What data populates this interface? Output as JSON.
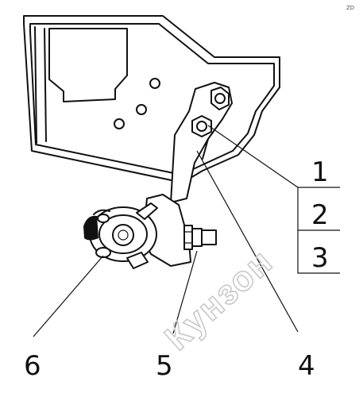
{
  "callouts": {
    "c1": "1",
    "c2": "2",
    "c3": "3",
    "c4": "4",
    "c5": "5",
    "c6": "6"
  },
  "corner_mark": "ZD",
  "watermark": "Кунзон"
}
